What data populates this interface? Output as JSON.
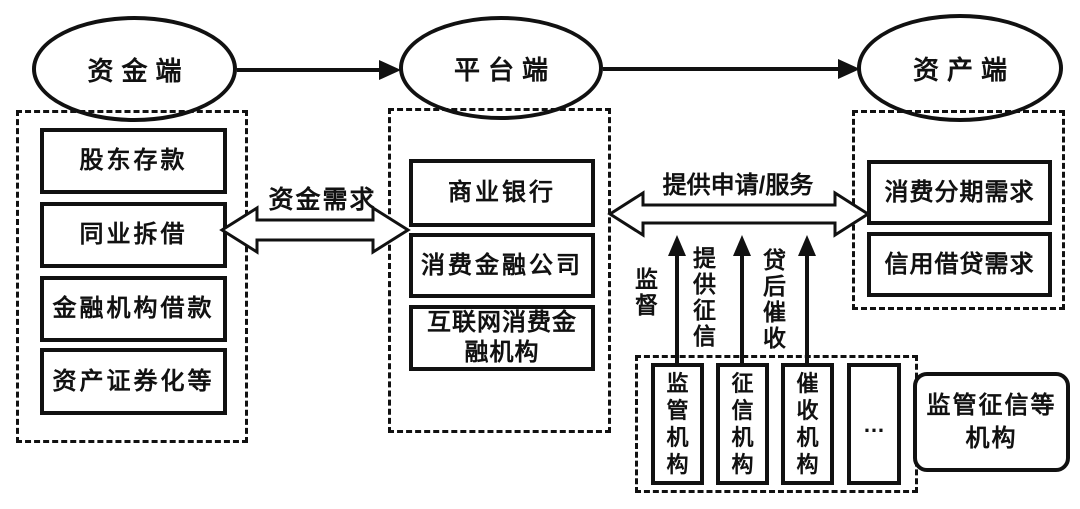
{
  "ellipses": {
    "funding": "资金端",
    "platform": "平台端",
    "asset": "资产端"
  },
  "funding_group": {
    "items": [
      "股东存款",
      "同业拆借",
      "金融机构借款",
      "资产证券化等"
    ]
  },
  "platform_group": {
    "items": [
      "商业银行",
      "消费金融公司",
      "互联网消费金融机构"
    ]
  },
  "asset_group": {
    "items": [
      "消费分期需求",
      "信用借贷需求"
    ]
  },
  "regulator_group": {
    "items": [
      "监管机构",
      "征信机构",
      "催收机构",
      "…"
    ]
  },
  "external_box": "监管征信等机构",
  "edge_labels": {
    "funding_demand": "资金需求",
    "provide_application_service": "提供申请/服务",
    "supervision": "监督",
    "provide_credit_reporting": "提供征信",
    "post_loan_collection": "贷后催收"
  },
  "colors": {
    "line": "#111111",
    "background": "#ffffff"
  }
}
